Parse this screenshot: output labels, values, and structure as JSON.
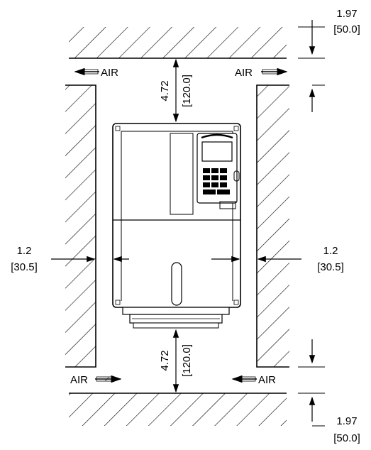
{
  "dimensions": {
    "top_clearance": "4.72",
    "top_clearance_mm": "[120.0]",
    "bottom_clearance": "4.72",
    "bottom_clearance_mm": "[120.0]",
    "left_clearance": "1.2",
    "left_clearance_mm": "[30.5]",
    "right_clearance": "1.2",
    "right_clearance_mm": "[30.5]",
    "top_wall_thickness": "1.97",
    "top_wall_thickness_mm": "[50.0]",
    "bottom_wall_thickness": "1.97",
    "bottom_wall_thickness_mm": "[50.0]"
  },
  "airflow": {
    "top_left": "AIR",
    "top_right": "AIR",
    "bottom_left": "AIR",
    "bottom_right": "AIR"
  }
}
